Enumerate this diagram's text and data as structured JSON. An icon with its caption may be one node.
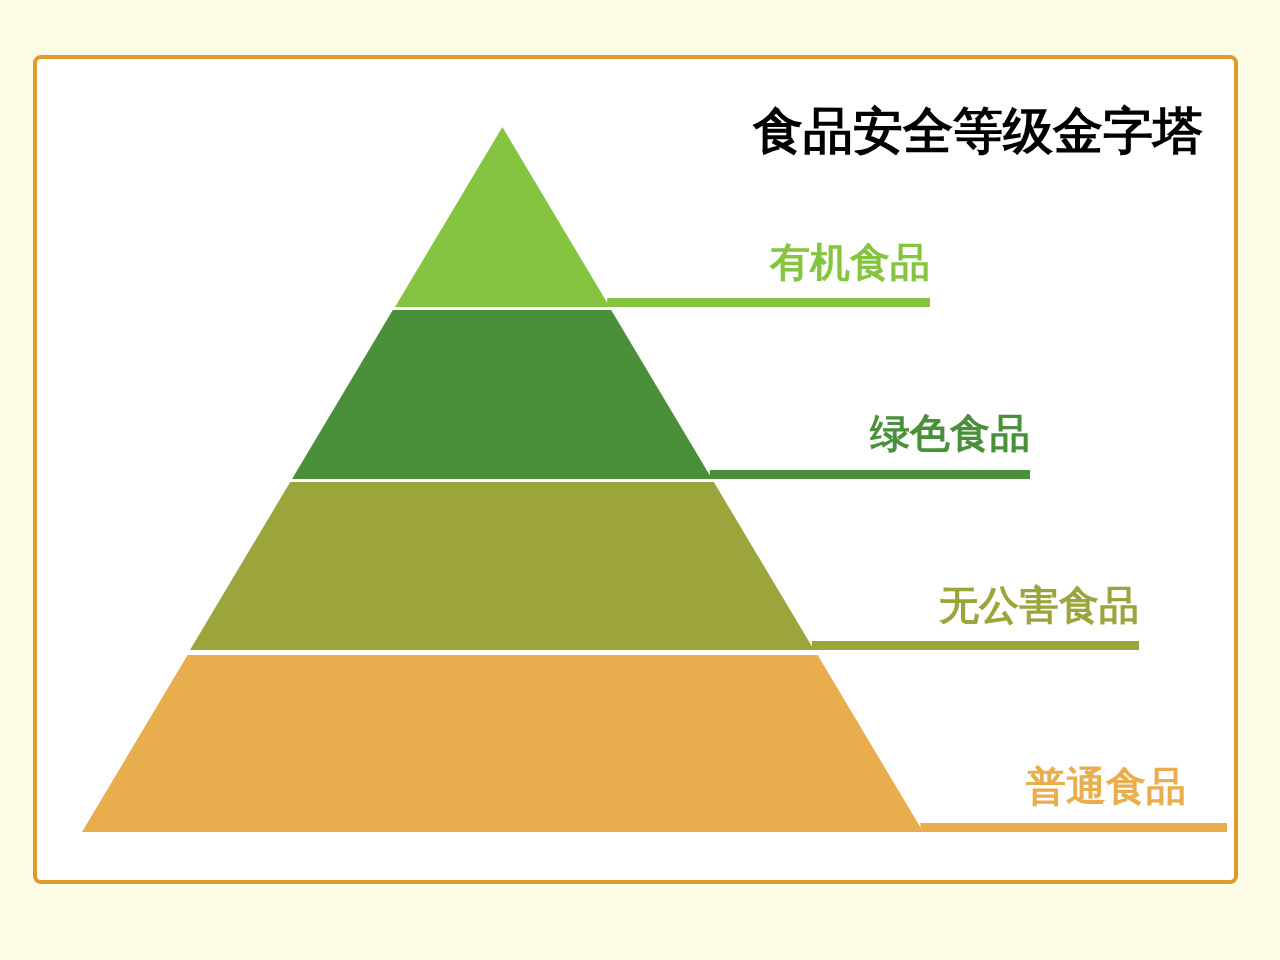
{
  "diagram": {
    "title": "食品安全等级金字塔",
    "nodes": [
      {
        "text": [],
        "shape": "triangle"
      },
      {
        "text": [
          "有机食品"
        ]
      },
      {
        "text": [],
        "shape": "trapezoid"
      },
      {
        "text": [
          "绿色食品"
        ]
      },
      {
        "text": [],
        "shape": "trapezoid"
      },
      {
        "text": [
          "无公害食品"
        ]
      },
      {
        "text": [],
        "shape": "trapezoid"
      },
      {
        "text": [
          "普通食品"
        ]
      }
    ],
    "edges": [
      {
        "from": 1,
        "to": 0,
        "arrow": "none",
        "color": "#84c441"
      },
      {
        "from": 3,
        "to": 2,
        "arrow": "none",
        "color": "#4a8f3a"
      },
      {
        "from": 5,
        "to": 4,
        "arrow": "none",
        "color": "#9ca43c"
      },
      {
        "from": 7,
        "to": 6,
        "arrow": "none",
        "color": "#e8ad4c"
      }
    ]
  }
}
